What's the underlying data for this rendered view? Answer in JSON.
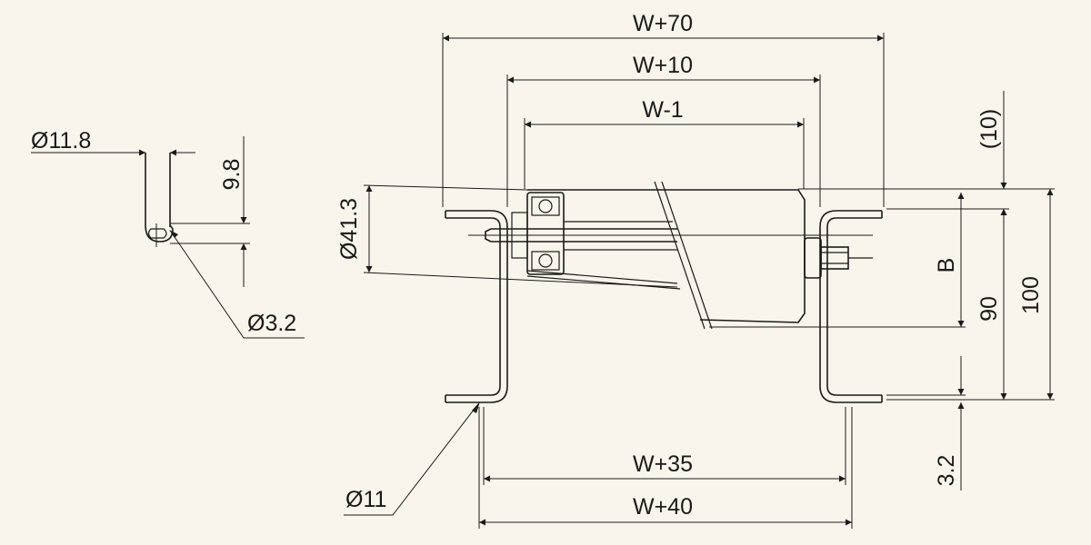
{
  "labels": {
    "w_plus_70": "W+70",
    "w_plus_10": "W+10",
    "w_minus_1": "W-1",
    "w_plus_35": "W+35",
    "w_plus_40": "W+40",
    "dia_11_8": "Ø11.8",
    "dim_9_8": "9.8",
    "dia_3_2": "Ø3.2",
    "dia_41_3": "Ø41.3",
    "dim_10": "(10)",
    "dim_b": "B",
    "dim_90": "90",
    "dim_100": "100",
    "dim_3_2": "3.2",
    "dia_11": "Ø11"
  },
  "colors": {
    "background": "#f8f5ec",
    "line": "#1a1a1a"
  }
}
